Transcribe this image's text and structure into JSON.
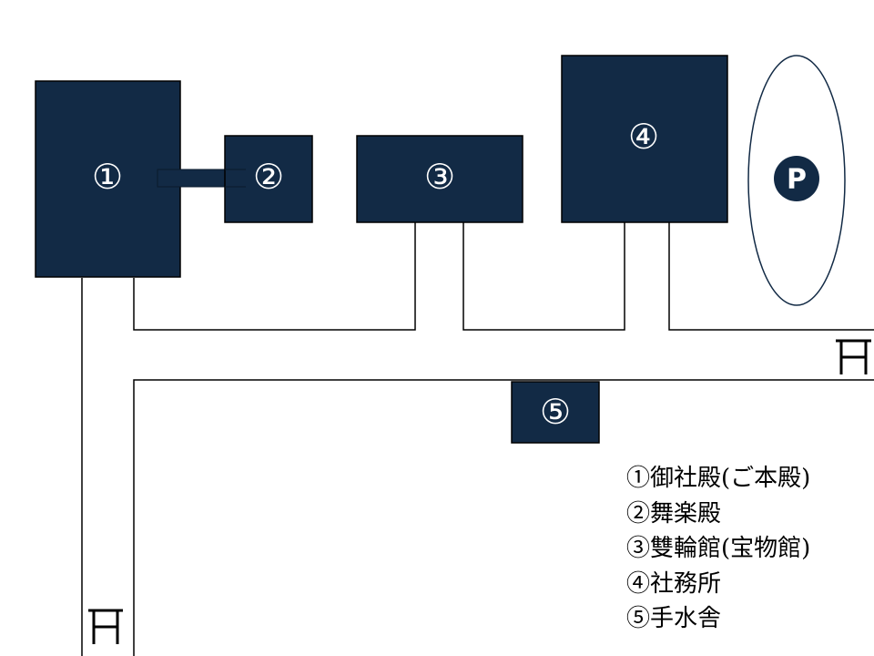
{
  "buildings": [
    {
      "id": 1,
      "label": "①"
    },
    {
      "id": 2,
      "label": "②"
    },
    {
      "id": 3,
      "label": "③"
    },
    {
      "id": 4,
      "label": "④"
    },
    {
      "id": 5,
      "label": "⑤"
    }
  ],
  "parking": {
    "label": "P"
  },
  "legend": [
    "①御社殿(ご本殿)",
    "②舞楽殿",
    "③雙輪館(宝物館)",
    "④社務所",
    "⑤手水舎"
  ],
  "colors": {
    "building": "#122a45",
    "line": "#000000"
  }
}
